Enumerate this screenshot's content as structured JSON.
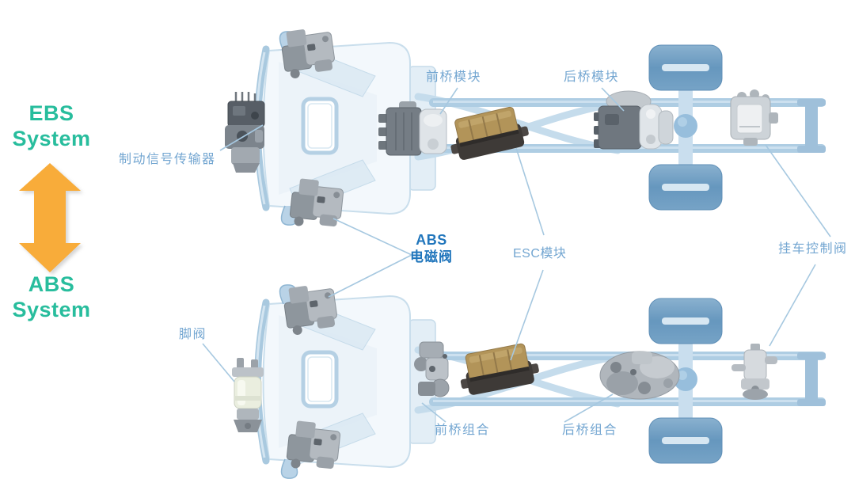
{
  "left_panel": {
    "ebs_line1": "EBS",
    "ebs_line2": "System",
    "abs_line1": "ABS",
    "abs_line2": "System",
    "text_color": "#28BD9D",
    "arrow_color": "#F8AC3A",
    "arrow_icon": "bidirectional-vertical-arrow"
  },
  "diagram": {
    "label_color": "#73A6D1",
    "abs_label_color": "#2176BC",
    "leader_line_color": "#A6C8E0",
    "labels": {
      "brake_signal_transmitter": "制动信号传输器",
      "front_axle_module": "前桥模块",
      "rear_axle_module": "后桥模块",
      "trailer_control_valve": "挂车控制阀",
      "esc_module": "ESC模块",
      "abs_solenoid_line1": "ABS",
      "abs_solenoid_line2": "电磁阀",
      "foot_valve": "脚阀",
      "front_axle_combo": "前桥组合",
      "rear_axle_combo": "后桥组合"
    },
    "components": {
      "ebs_system_chassis": [
        "abs-solenoid-valve",
        "brake-signal-transmitter",
        "front-axle-module",
        "esc-module",
        "rear-axle-module",
        "trailer-control-valve"
      ],
      "abs_system_chassis": [
        "abs-solenoid-valve",
        "foot-valve",
        "front-axle-combo",
        "esc-module",
        "rear-axle-combo",
        "trailer-control-valve"
      ]
    },
    "chassis_colors": {
      "cab_fill": "#F3F8FC",
      "outline": "#C9DEEC",
      "wheel_fill": "#6E9DC2",
      "esc_top": "#B29459",
      "esc_base": "#3E3A37"
    }
  }
}
